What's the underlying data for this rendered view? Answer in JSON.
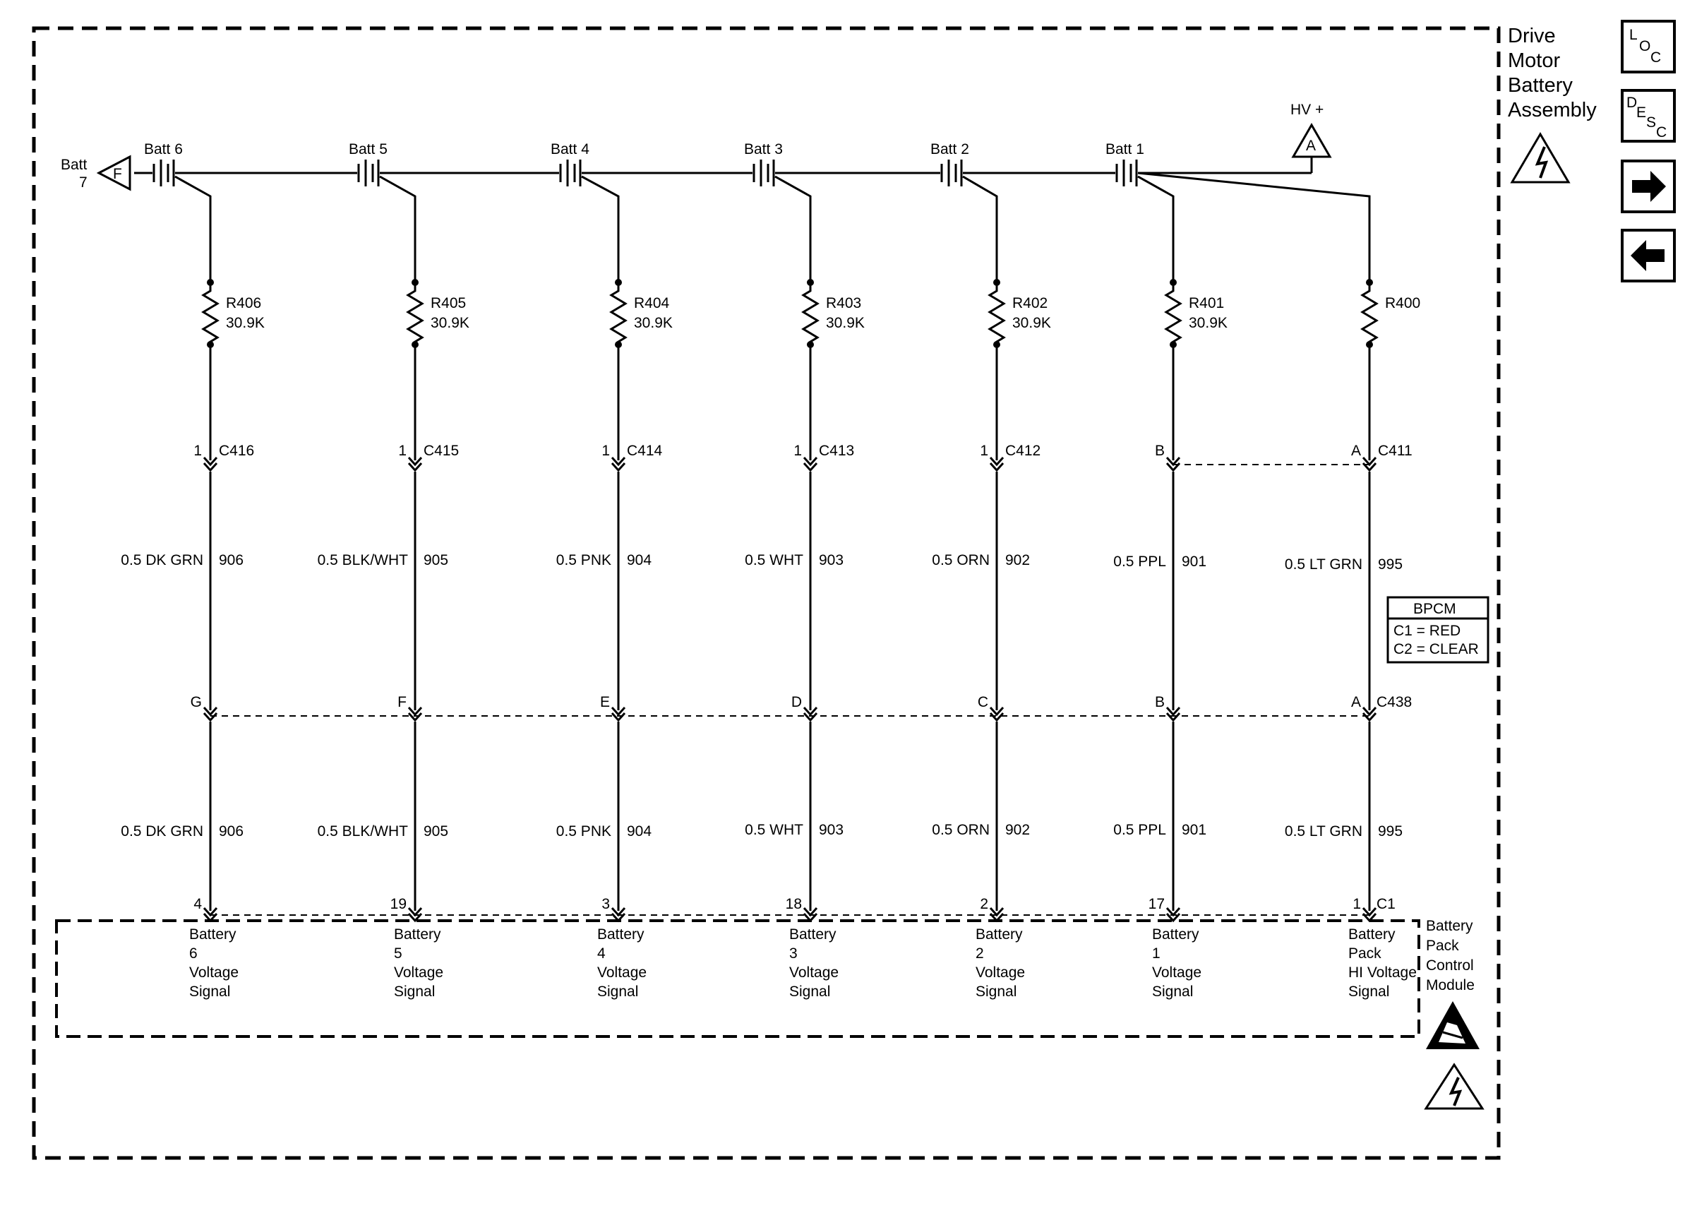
{
  "assembly": {
    "title_lines": [
      "Drive",
      "Motor",
      "Battery",
      "Assembly"
    ]
  },
  "module": {
    "name_lines": [
      "Battery",
      "Pack",
      "Control",
      "Module"
    ],
    "table_title": "BPCM",
    "table_rows": [
      "C1 = RED",
      "C2 = CLEAR"
    ]
  },
  "nav": {
    "loc": [
      "L",
      "O",
      "C"
    ],
    "desc": [
      "D",
      "E",
      "S",
      "C"
    ]
  },
  "hv": {
    "label": "HV +",
    "terminal": "A"
  },
  "batt7": {
    "line1": "Batt",
    "line2": "7",
    "terminal": "F"
  },
  "connectors": {
    "c438": "C438",
    "c1": "C1"
  },
  "circuits": [
    {
      "batt": "Batt 6",
      "res": "R406",
      "val": "30.9K",
      "pin": "1",
      "conn": "C416",
      "wire": "0.5 DK GRN",
      "num": "906",
      "c438": "G",
      "c1": "4",
      "sig": [
        "Battery",
        "6",
        "Voltage",
        "Signal"
      ]
    },
    {
      "batt": "Batt 5",
      "res": "R405",
      "val": "30.9K",
      "pin": "1",
      "conn": "C415",
      "wire": "0.5 BLK/WHT",
      "num": "905",
      "c438": "F",
      "c1": "19",
      "sig": [
        "Battery",
        "5",
        "Voltage",
        "Signal"
      ]
    },
    {
      "batt": "Batt 4",
      "res": "R404",
      "val": "30.9K",
      "pin": "1",
      "conn": "C414",
      "wire": "0.5 PNK",
      "num": "904",
      "c438": "E",
      "c1": "3",
      "sig": [
        "Battery",
        "4",
        "Voltage",
        "Signal"
      ]
    },
    {
      "batt": "Batt 3",
      "res": "R403",
      "val": "30.9K",
      "pin": "1",
      "conn": "C413",
      "wire": "0.5 WHT",
      "num": "903",
      "c438": "D",
      "c1": "18",
      "sig": [
        "Battery",
        "3",
        "Voltage",
        "Signal"
      ]
    },
    {
      "batt": "Batt 2",
      "res": "R402",
      "val": "30.9K",
      "pin": "1",
      "conn": "C412",
      "wire": "0.5 ORN",
      "num": "902",
      "c438": "C",
      "c1": "2",
      "sig": [
        "Battery",
        "2",
        "Voltage",
        "Signal"
      ]
    },
    {
      "batt": "Batt 1",
      "res": "R401",
      "val": "30.9K",
      "pin": "B",
      "conn": "",
      "wire": "0.5 PPL",
      "num": "901",
      "c438": "B",
      "c1": "17",
      "sig": [
        "Battery",
        "1",
        "Voltage",
        "Signal"
      ]
    },
    {
      "batt": "",
      "res": "R400",
      "val": "",
      "pin": "A",
      "conn": "C411",
      "wire": "0.5 LT GRN",
      "num": "995",
      "c438": "A",
      "c1": "1",
      "sig": [
        "Battery",
        "Pack",
        "HI Voltage",
        "Signal"
      ]
    }
  ]
}
